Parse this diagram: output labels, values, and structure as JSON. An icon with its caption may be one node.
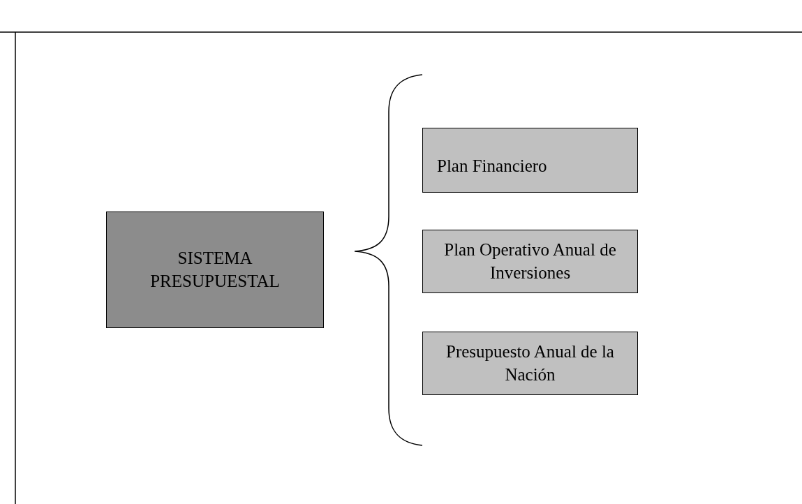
{
  "diagram": {
    "nodes": [
      {
        "text": [
          "SISTEMA PRESUPUESTAL"
        ]
      },
      {
        "text": [
          "Plan Financiero"
        ]
      },
      {
        "text": [
          "Plan Operativo Anual de Inversiones"
        ]
      },
      {
        "text": [
          "Presupuesto Anual de la Nación"
        ]
      }
    ]
  }
}
